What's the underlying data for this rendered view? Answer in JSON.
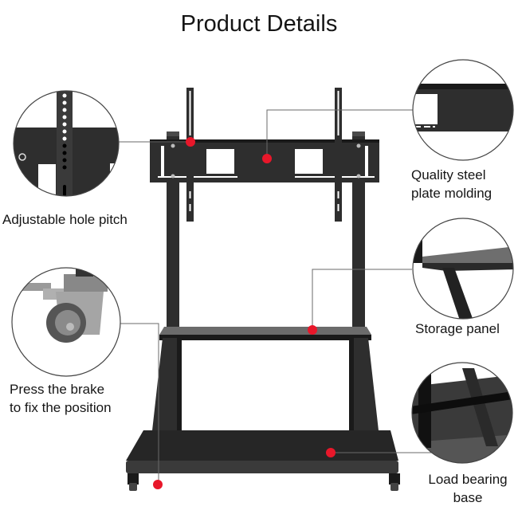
{
  "page": {
    "title": "Product Details"
  },
  "features": [
    {
      "id": "hole-pitch",
      "label": "Adjustable hole pitch"
    },
    {
      "id": "steel-plate",
      "label_line1": "Quality steel",
      "label_line2": "plate molding"
    },
    {
      "id": "storage-panel",
      "label": "Storage panel"
    },
    {
      "id": "brake",
      "label_line1": "Press the brake",
      "label_line2": "to fix the position"
    },
    {
      "id": "base",
      "label_line1": "Load bearing",
      "label_line2": "base"
    }
  ],
  "colors": {
    "accent_dot": "#e8172a",
    "metal": "#2e2e2e",
    "background": "#ffffff"
  }
}
